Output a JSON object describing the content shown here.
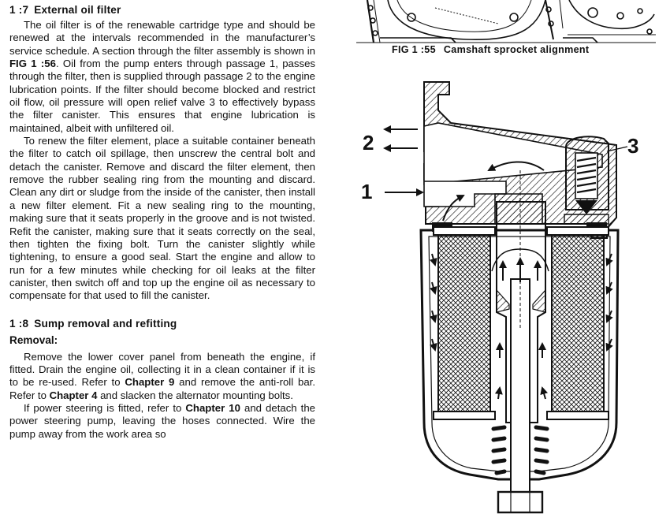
{
  "section_1_7": {
    "number": "1 :7",
    "title": "External oil filter",
    "p1_a": "The oil filter is of the renewable cartridge type and should be renewed at the intervals recommended in the manufacturer’s service schedule. A section through the filter assembly is shown in ",
    "p1_fig": "FIG 1 :56",
    "p1_b": ". Oil from the pump enters through passage 1, passes through the filter, then is supplied through passage 2 to the engine lubrication points. If the filter should become blocked and restrict oil flow, oil pressure will open relief valve 3 to effectively bypass the filter canister. This ensures that engine lubrication is maintained, albeit with unfiltered oil.",
    "p2": "To renew the filter element, place a suitable container beneath the filter to catch oil spillage, then unscrew the central bolt and detach the canister. Remove and discard the filter element, then remove the rubber sealing ring from the mounting and discard. Clean any dirt or sludge from the inside of the canister, then install a new filter element. Fit a new sealing ring to the mounting, making sure that it seats properly in the groove and is not twisted. Refit the canister, making sure that it seats correctly on the seal, then tighten the fixing bolt. Turn the canister slightly while tightening, to ensure a good seal. Start the engine and allow to run for a few minutes while checking for oil leaks at the filter canister, then switch off and top up the engine oil as necessary to compensate for that used to fill the canister."
  },
  "section_1_8": {
    "number": "1 :8",
    "title": "Sump removal and refitting",
    "subheading": "Removal:",
    "p1_a": "Remove the lower cover panel from beneath the engine, if fitted. Drain the engine oil, collecting it in a clean container if it is to be re-used. Refer to ",
    "p1_ch9": "Chapter 9",
    "p1_b": " and remove the anti-roll bar. Refer to ",
    "p1_ch4": "Chapter 4",
    "p1_c": " and slacken the alternator mounting bolts.",
    "p2_a": "If power steering is fitted, refer to ",
    "p2_ch10": "Chapter 10",
    "p2_b": " and detach the power steering pump, leaving the hoses connected. Wire the pump away from the work area so"
  },
  "fig55": {
    "number": "FIG 1 :55",
    "caption": "Camshaft sprocket alignment"
  },
  "fig56_labels": {
    "passage_2": "2",
    "passage_1": "1",
    "relief_valve": "3"
  }
}
